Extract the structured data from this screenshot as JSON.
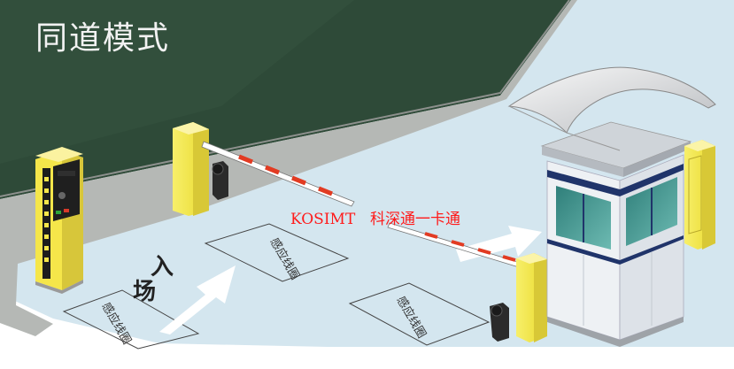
{
  "title": "同道模式",
  "brand": "KOSIMT",
  "company": "科深通一卡通",
  "entry_label_1": "入",
  "entry_label_2": "场",
  "detector_zone_label": "感应线圈",
  "colors": {
    "lawn": "#2e4a38",
    "road": "#d4e6ef",
    "curb": "#b5b8b5",
    "barrier_yellow": "#f5e64a",
    "barrier_arm_red": "#e23b22",
    "brand_red": "#ff1a1a",
    "booth_wall": "#eef1f4",
    "booth_trim": "#20346a",
    "window_glass": "#3a8a83"
  }
}
